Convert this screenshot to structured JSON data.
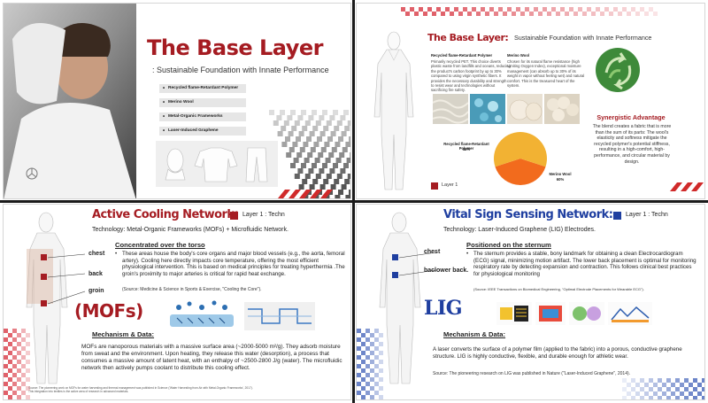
{
  "colors": {
    "red": "#a51c22",
    "blue": "#1f3fa0",
    "pill": "#e6e6e6",
    "pie_orange": "#f26b1d",
    "pie_yellow": "#f2b233"
  },
  "slide1": {
    "title": "The Base Layer",
    "subtitle": ": Sustainable Foundation with Innate Performance",
    "bullets": [
      "Recycled flame-Retardant Polymer",
      "Merino Wool",
      "Metal-Organic Frameworks",
      "Laser-Induced Graphene"
    ]
  },
  "slide2": {
    "title": "The Base Layer:",
    "subtitle": "Sustainable Foundation with Innate Performance",
    "col1_heading": "Recycled flame-Retardant Polymer",
    "col1_text": "Primarily recycled PET. This choice diverts plastic waste from landfills and oceans, reducing the product's carbon footprint by up to 30% compared to using virgin synthetic fibers. It provides the necessary durability and strength to resist wear and technologies without sacrificing fire safety.",
    "col2_heading": "Merino Wool",
    "col2_text": "Chosen for its natural flame resistance (high Limiting Oxygen Index), exceptional moisture management (can absorb up to 30% of its weight in vapor without feeling wet) and natural comfort. This is the treasured heart of the system.",
    "synergy_heading": "Synergistic Advantage",
    "synergy_text": "The blend creates a fabric that is more than the sum of its parts: The wool's elasticity and softness mitigate the recycled polymer's potential stiffness, resulting in a high-comfort, high-performance, and circular material by design.",
    "layer_label": "Layer 1"
  },
  "chart_data": {
    "type": "pie",
    "categories": [
      "Recycled flame-Retardant Polymer",
      "Merino Wool"
    ],
    "labels": [
      "Recycled flame-Retardant Polymer",
      "Merino Wool"
    ],
    "percent_labels": [
      "40%",
      "60%"
    ],
    "values": [
      40,
      60
    ]
  },
  "slide3": {
    "title": "Active Cooling Network:",
    "layer_tag": "Layer 1 : Techn",
    "technology": "Technology: Metal-Organic Frameworks (MOFs) + Microfluidic Network.",
    "section_heading": "Concentrated over the torso",
    "callouts": [
      "chest",
      "back",
      "groin"
    ],
    "bullet_text": "These areas house the body's core organs and major blood vessels (e.g., the aorta, femoral artery). Cooling here directly impacts core temperature, offering the most efficient physiological intervention. This is based on medical principles for treating hyperthermia .The groin's proximity to major arteries is critical for rapid heat exchange.",
    "source": "(Source: Medicine & Science in Sports & Exercise, \"Cooling the Core\").",
    "big_label": "(MOFs)",
    "mech_heading": "Mechanism & Data:",
    "mech_text": "MOFs are nanoporous materials with a massive surface area (~2000-5000 m²/g). They adsorb moisture from sweat and the environment. Upon heating, they release this water (desorption), a process that consumes a massive amount of latent heat, with an enthalpy of ~2500-2800 J/g (water). The microfluidic network then actively pumps coolant to distribute this cooling effect.",
    "footnote": "Source: The pioneering work on MOFs for water harvesting and thermal management was published in Science ('Water Harvesting from Air with Metal-Organic Frameworks', 2017). This integration into textiles is the active area of research in advanced materials."
  },
  "slide4": {
    "title": "Vital Sign Sensing Network:",
    "layer_tag": "Layer 1 : Techn",
    "technology": "Technology: Laser-Induced Graphene (LIG) Electrodes.",
    "section_heading": "Positioned on the sternum",
    "callouts": [
      "chest",
      "baclower back."
    ],
    "bullet_text": "The sternum provides a stable, bony landmark for obtaining a clean Electrocardiogram (ECG) signal, minimizing motion artifact. The lower back placement is optimal for monitoring respiratory rate by detecting expansion and contraction. This follows clinical best practices for physiological monitoring",
    "source": "(Source: IEEE Transactions on Biomedical Engineering, \"Optimal Electrode Placements for Wearable ECG\").",
    "big_label": "LIG",
    "mech_heading": "Mechanism & Data:",
    "mech_text": "A laser converts the surface of a polymer film (applied to the fabric) into a porous, conductive graphene structure. LIG is highly conductive, flexible, and durable enough for athletic wear.",
    "source2": "Source: The pioneering research on LIG was published in Nature (\"Laser-Induced Graphene\", 2014)."
  }
}
